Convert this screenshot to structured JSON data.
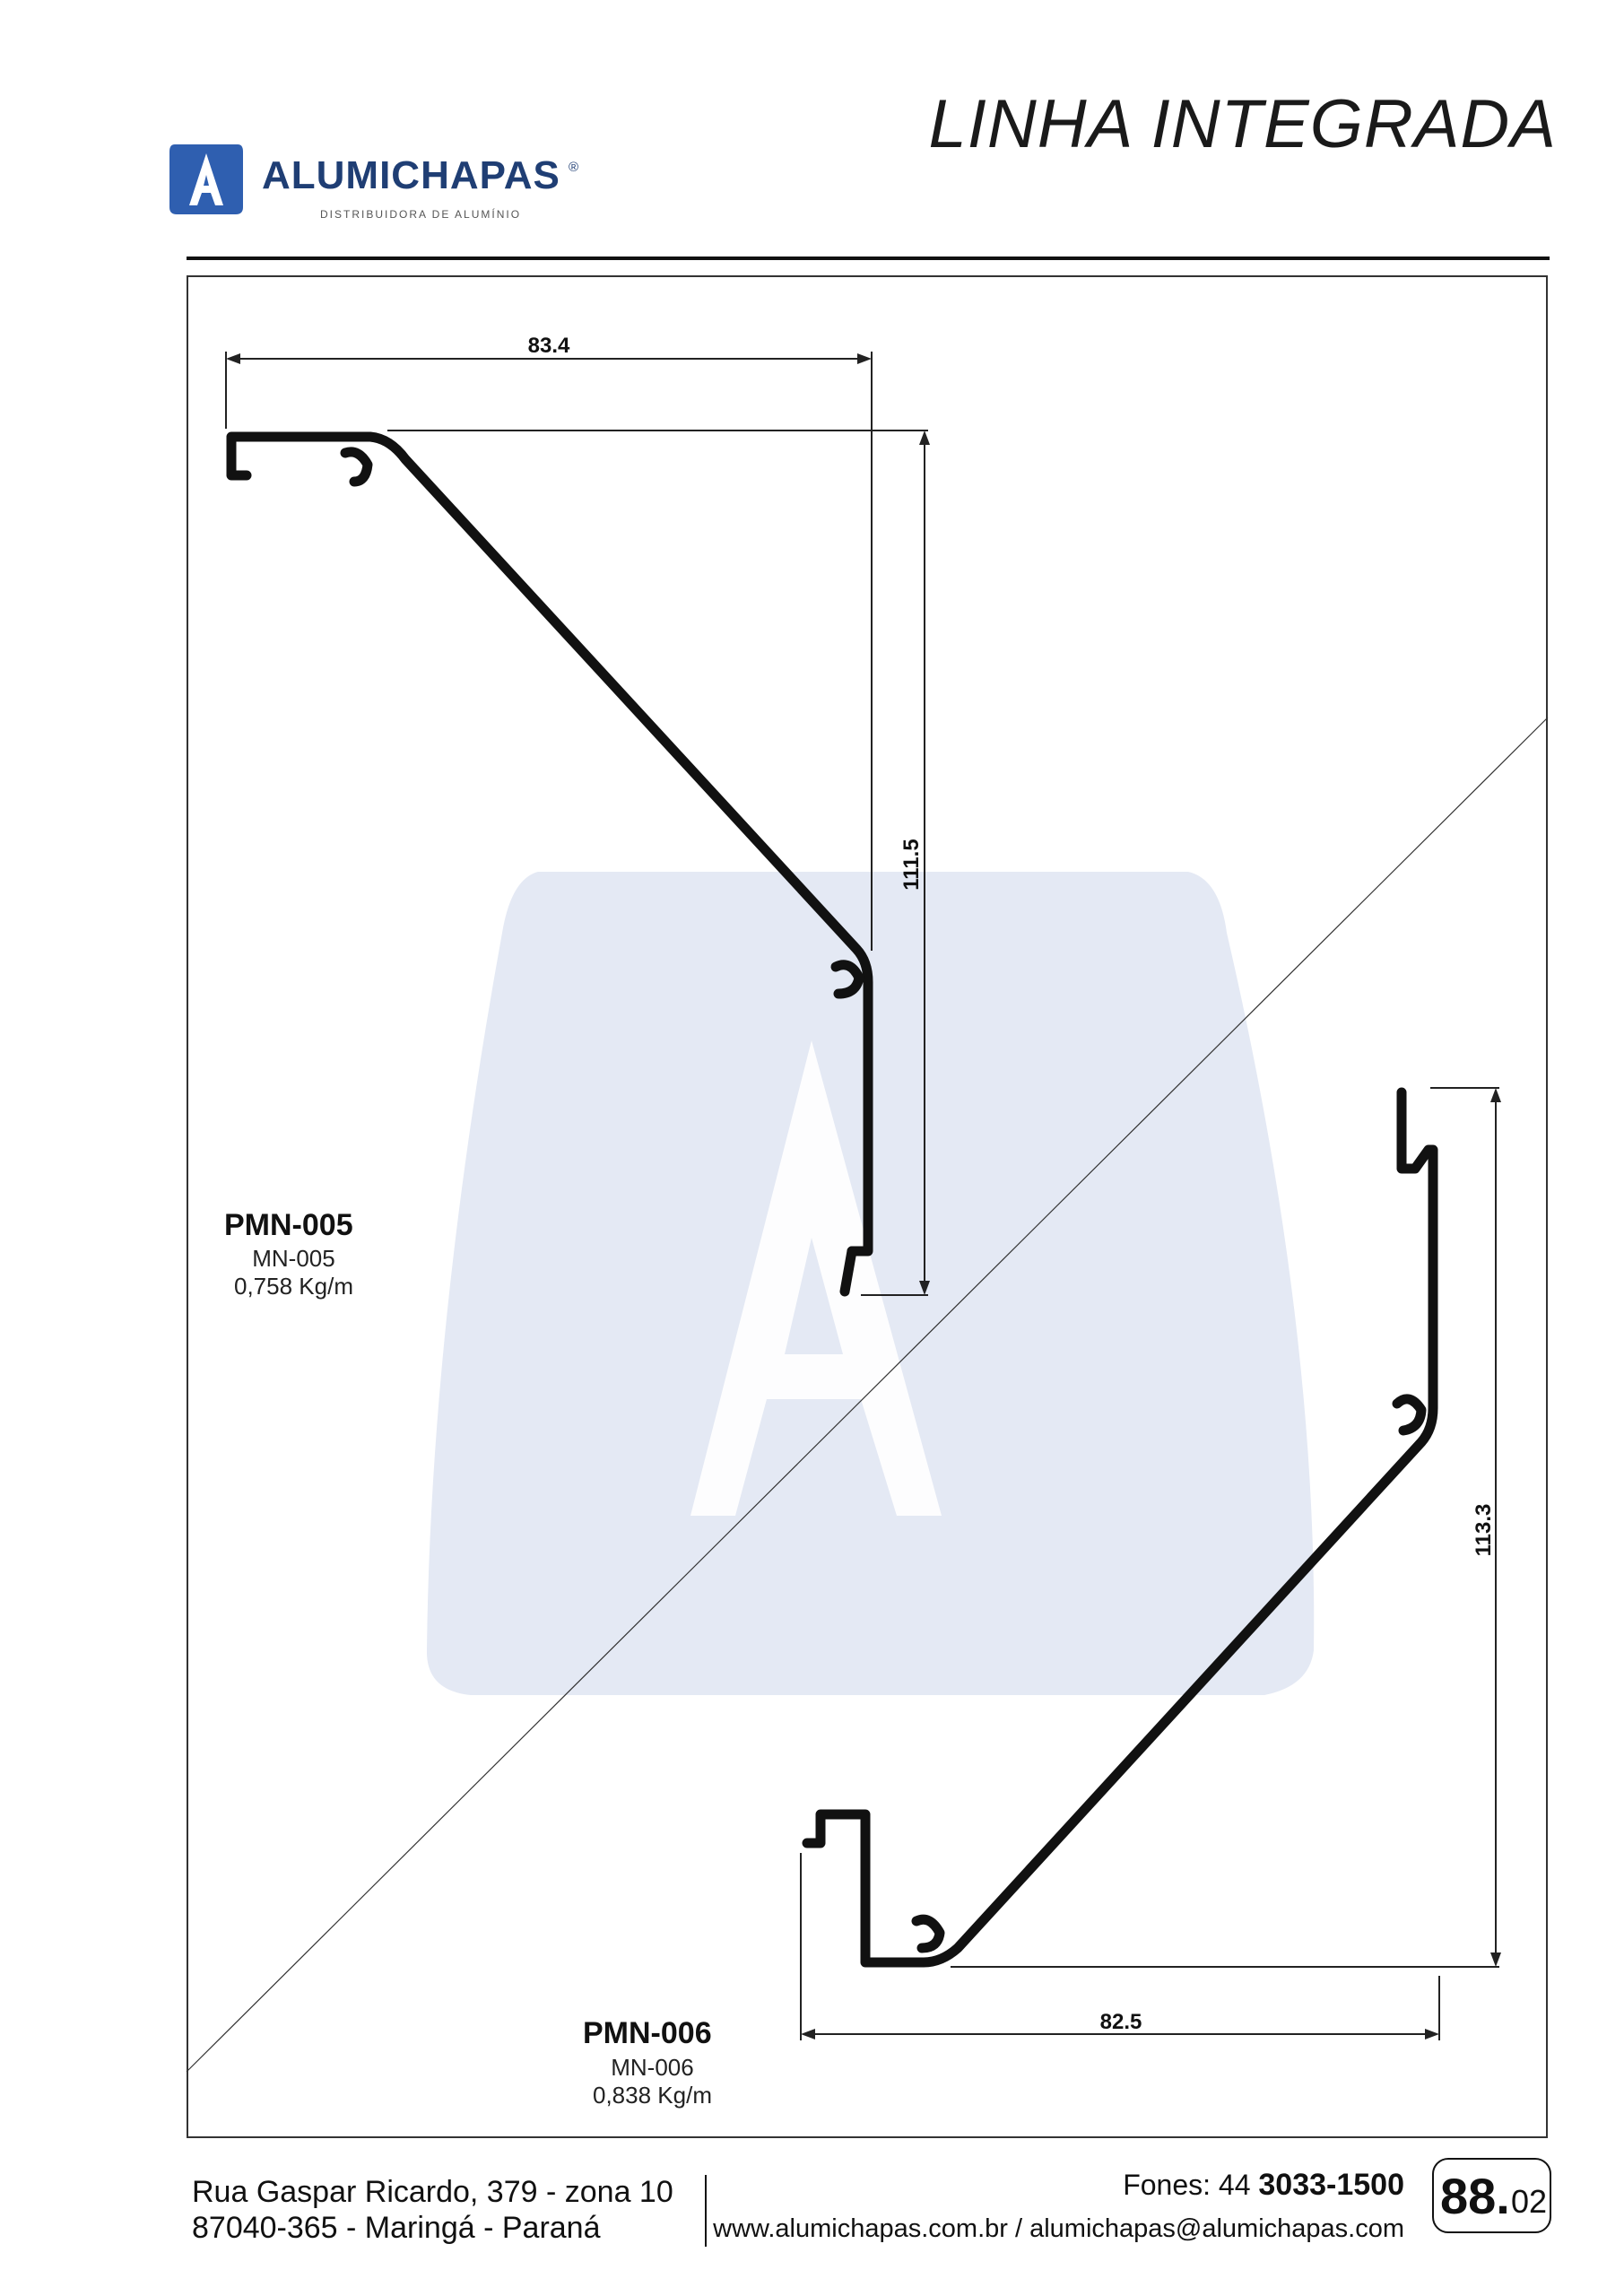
{
  "header": {
    "series_title": "LINHA INTEGRADA",
    "brand_name": "ALUMICHAPAS",
    "brand_reg": "®",
    "brand_tagline": "DISTRIBUIDORA DE ALUMÍNIO"
  },
  "profiles": [
    {
      "code": "PMN-005",
      "ref": "MN-005",
      "weight": "0,758 Kg/m",
      "dim_width": "83.4",
      "dim_height": "111.5"
    },
    {
      "code": "PMN-006",
      "ref": "MN-006",
      "weight": "0,838 Kg/m",
      "dim_width": "82.5",
      "dim_height": "113.3"
    }
  ],
  "footer": {
    "address_line1": "Rua Gaspar Ricardo, 379 - zona 10",
    "address_line2": "87040-365  -  Maringá  -  Paraná",
    "phone_label": "Fones: 44",
    "phone_number": "3033-1500",
    "web": "www.alumichapas.com.br / alumichapas@alumichapas.com",
    "page_number": "88.",
    "page_sub": "02"
  },
  "colors": {
    "brand_blue": "#2f5fb0",
    "brand_navy": "#1f3e74",
    "watermark": "#e4e9f4",
    "profile": "#111111"
  }
}
